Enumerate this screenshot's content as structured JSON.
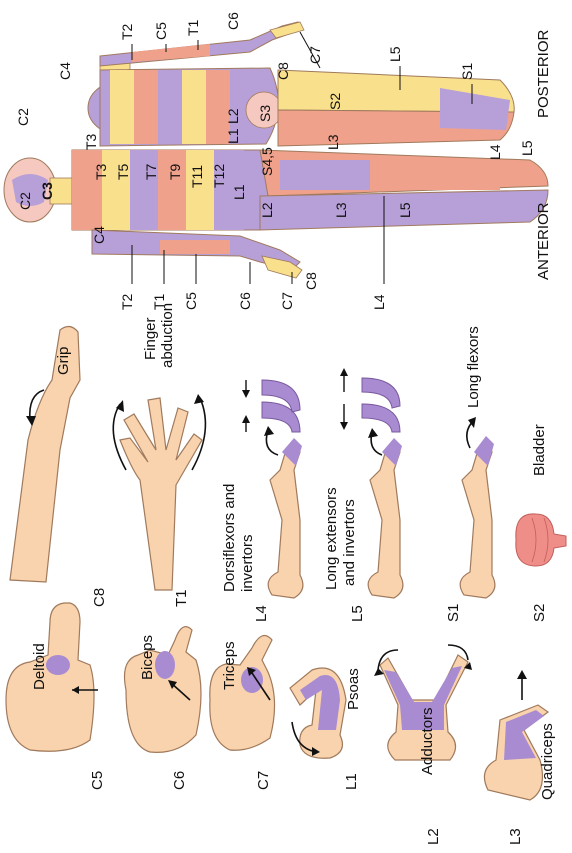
{
  "colors": {
    "skin": "#f9d3ad",
    "skin_outline": "#a07a5c",
    "muscle": "#a98bd1",
    "dermatome_purple": "#b79fd8",
    "dermatome_salmon": "#f0a18c",
    "dermatome_yellow": "#f9e08c",
    "dermatome_pink": "#f6c9c0",
    "bladder": "#ef8d88"
  },
  "myotomes": {
    "C5": {
      "level": "C5",
      "muscle": "Deltoid"
    },
    "C6": {
      "level": "C6",
      "muscle": "Biceps"
    },
    "C7": {
      "level": "C7",
      "muscle": "Triceps"
    },
    "L1": {
      "level": "L1",
      "muscle": "Psoas"
    },
    "L2": {
      "level": "L2",
      "muscle": "Adductors"
    },
    "L3": {
      "level": "L3",
      "muscle": "Quadriceps"
    },
    "C8": {
      "level": "C8",
      "muscle": "Grip"
    },
    "T1": {
      "level": "T1",
      "muscle_line1": "Finger",
      "muscle_line2": "abduction"
    },
    "L4": {
      "level": "L4",
      "muscle_line1": "Dorsiflexors and",
      "muscle_line2": "invertors"
    },
    "L5": {
      "level": "L5",
      "muscle_line1": "Long extensors",
      "muscle_line2": "and invertors"
    },
    "S1": {
      "level": "S1",
      "muscle": "Long flexors"
    },
    "S2": {
      "level": "S2",
      "muscle": "Bladder"
    }
  },
  "anterior": {
    "title": "ANTERIOR",
    "labels": {
      "c2": "C2",
      "c3": "C3",
      "c4": "C4",
      "t2": "T2",
      "t1": "T1",
      "c5": "C5",
      "c6": "C6",
      "c7": "C7",
      "c8": "C8",
      "l4": "L4",
      "t3": "T3",
      "t5": "T5",
      "t7": "T7",
      "t9": "T9",
      "t11": "T11",
      "t12": "T12",
      "l1": "L1",
      "l2": "L2",
      "l3": "L3",
      "l5": "L5"
    }
  },
  "posterior": {
    "title": "POSTERIOR",
    "labels": {
      "c2": "C2",
      "c4": "C4",
      "t2": "T2",
      "c5": "C5",
      "t1": "T1",
      "c6": "C6",
      "c7": "C7",
      "c8": "C8",
      "l5": "L5",
      "s1": "S1",
      "t3": "T3",
      "l1": "L1",
      "l2": "L2",
      "s3": "S3",
      "s2": "S2",
      "s45": "S4,5",
      "l3": "L3",
      "l4": "L4",
      "l5b": "L5"
    }
  }
}
